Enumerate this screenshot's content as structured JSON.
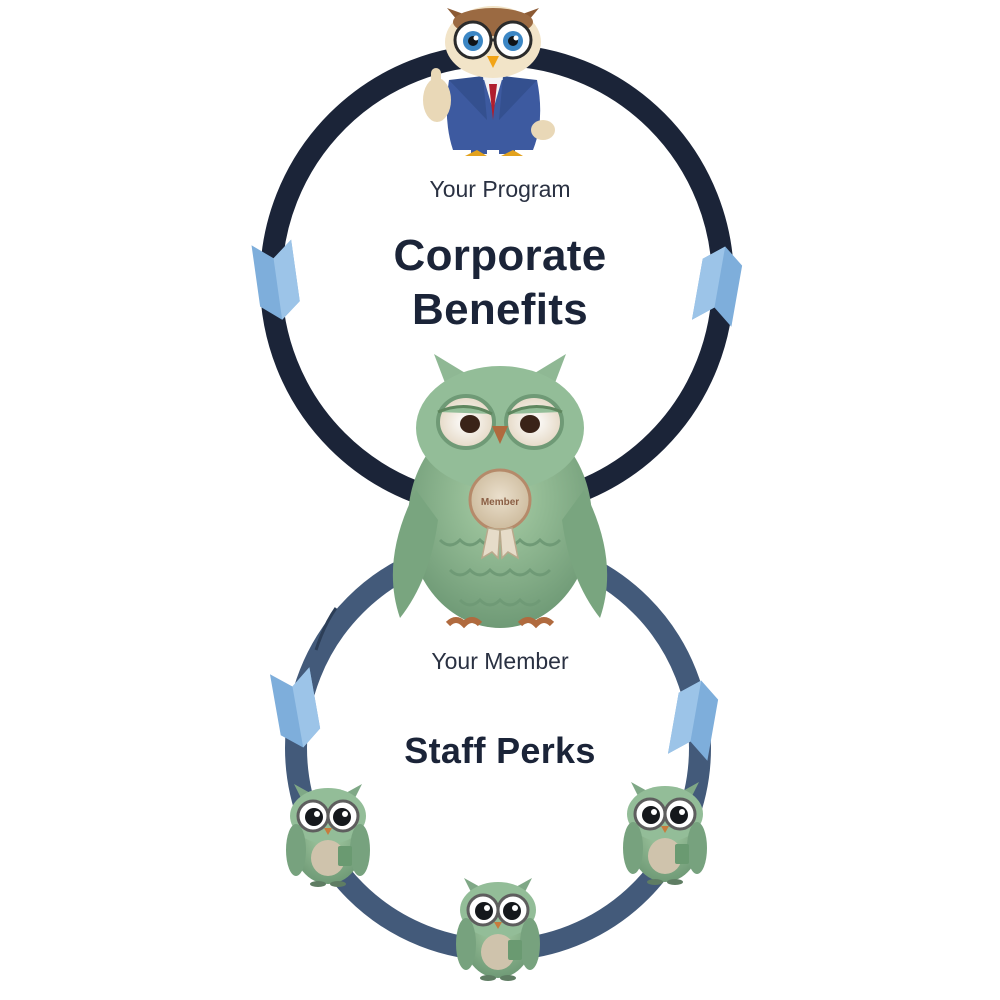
{
  "top_ring": {
    "caption": "Your Program",
    "title_line1": "Corporate",
    "title_line2": "Benefits"
  },
  "center_owl": {
    "badge": "Member",
    "caption": "Your Member"
  },
  "bottom_ring": {
    "title": "Staff Perks"
  },
  "colors": {
    "top_ring": "#1b2438",
    "bottom_ring": "#435a7a",
    "arrow": "#7eaedb",
    "text": "#1b2438",
    "owl_green": "#8fb894",
    "suit_blue": "#3d5aa0"
  },
  "icons": [
    "professor-owl-icon",
    "member-owl-icon",
    "staff-owl-icon",
    "chevron-arrow-icon"
  ]
}
